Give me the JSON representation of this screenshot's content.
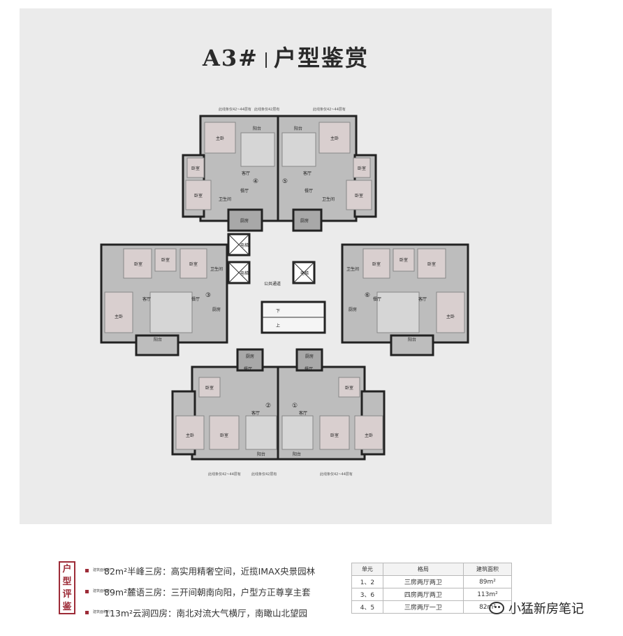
{
  "title": {
    "building": "A3#",
    "text": "户型鉴赏"
  },
  "floor_plan": {
    "top_notes": [
      "此线条仅42~44层有",
      "此线条仅42层有",
      "此线条仅42~44层有"
    ],
    "bottom_notes": [
      "此线条仅42~44层有",
      "此线条仅42层有",
      "此线条仅42~44层有"
    ],
    "unit_numbers": [
      "④",
      "⑤",
      "③",
      "⑥",
      "②",
      "①"
    ],
    "rooms": {
      "master": "主卧",
      "bedroom": "卧室",
      "living": "客厅",
      "dining": "餐厅",
      "kitchen": "厨房",
      "bath": "卫生间",
      "balcony": "阳台",
      "elevator": "电梯",
      "corridor": "公共通道",
      "down": "下",
      "up": "上"
    }
  },
  "review": {
    "label": [
      "户",
      "型",
      "评",
      "鉴"
    ],
    "tiny_label": "建筑面积约",
    "points": [
      "82m²半峰三房：高实用精奢空间，近揽IMAX央景园林",
      "89m²麓语三房：三开间朝南向阳，户型方正尊享主套",
      "113m²云涧四房：南北对流大气横厅，南瞰山北望园"
    ]
  },
  "units_table": {
    "headers": [
      "单元",
      "格局",
      "建筑面积"
    ],
    "rows": [
      [
        "1、2",
        "三房两厅两卫",
        "89m²"
      ],
      [
        "3、6",
        "四房两厅两卫",
        "113m²"
      ],
      [
        "4、5",
        "三房两厅一卫",
        "82m²"
      ]
    ]
  },
  "watermark": "小猛新房笔记"
}
